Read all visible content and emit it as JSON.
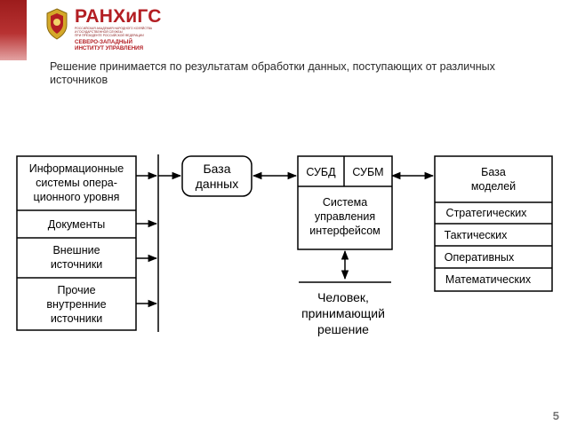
{
  "header": {
    "brand_name": "РАНХиГС",
    "brand_subtitle": [
      "РОССИЙСКАЯ АКАДЕМИЯ НАРОДНОГО ХОЗЯЙСТВА",
      "И ГОСУДАРСТВЕННОЙ СЛУЖБЫ",
      "ПРИ ПРЕЗИДЕНТЕ РОССИЙСКОЙ ФЕДЕРАЦИИ"
    ],
    "branch": [
      "СЕВЕРО-ЗАПАДНЫЙ",
      "ИНСТИТУТ УПРАВЛЕНИЯ"
    ],
    "brand_color": "#b31e23"
  },
  "heading": "Решение принимается по результатам обработки данных, поступающих от различных источников",
  "diagram": {
    "sources": [
      [
        "Информационные",
        "системы опера-",
        "ционного уровня"
      ],
      [
        "Документы"
      ],
      [
        "Внешние",
        "источники"
      ],
      [
        "Прочие",
        "внутренние",
        "источники"
      ]
    ],
    "database": [
      "База",
      "данных"
    ],
    "dbms": "СУБД",
    "mbms": "СУБМ",
    "interface": [
      "Система",
      "управления",
      "интерфейсом"
    ],
    "model_base": [
      "База",
      "моделей"
    ],
    "models": [
      "Стратегических",
      "Тактических",
      "Оперативных",
      "Математических"
    ],
    "human": [
      "Человек,",
      "принимающий",
      "решение"
    ]
  },
  "page_number": "5"
}
